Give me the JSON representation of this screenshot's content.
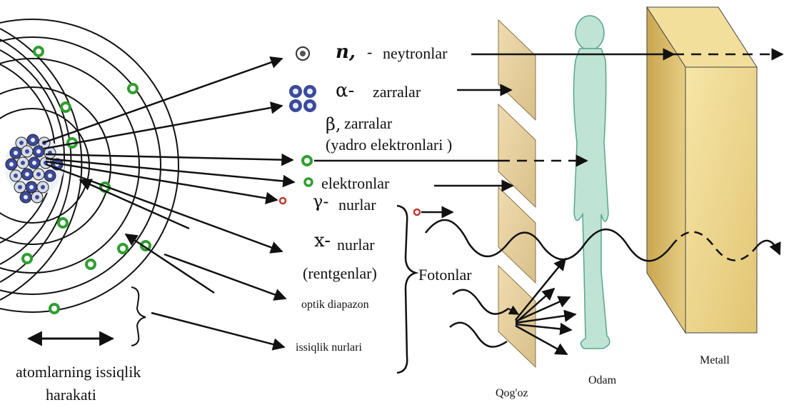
{
  "particles": {
    "neutron_symbol": "n,",
    "neutron_label": "neytronlar",
    "alpha_symbol": "α-",
    "alpha_label": "zarralar",
    "beta_symbol": "β,",
    "beta_label": "zarralar",
    "beta_sublabel": "(yadro elektronlari )",
    "electron_label": "elektronlar",
    "gamma_symbol": "γ-",
    "gamma_label": "nurlar",
    "xray_symbol": "x-",
    "xray_label": "nurlar",
    "xray_sublabel": "(rentgenlar)",
    "optical_label": "optik diapazon",
    "thermal_label": "issiqlik nurlari",
    "photons_label": "Fotonlar"
  },
  "atom": {
    "caption_line1": "atomlarning issiqlik",
    "caption_line2": "harakati"
  },
  "barriers": {
    "paper_label": "Qog'oz",
    "human_label": "Odam",
    "metal_label": "Metall"
  },
  "colors": {
    "ink": "#111111",
    "electron_green": "#2f9e2f",
    "nucleus_blue": "#3b4a9c",
    "paper_fill": "#e6d2a0",
    "metal_front": "#f0d98c",
    "metal_side": "#d9b85e",
    "human_fill": "#bfe3d5",
    "gamma_red": "#c0392b"
  }
}
